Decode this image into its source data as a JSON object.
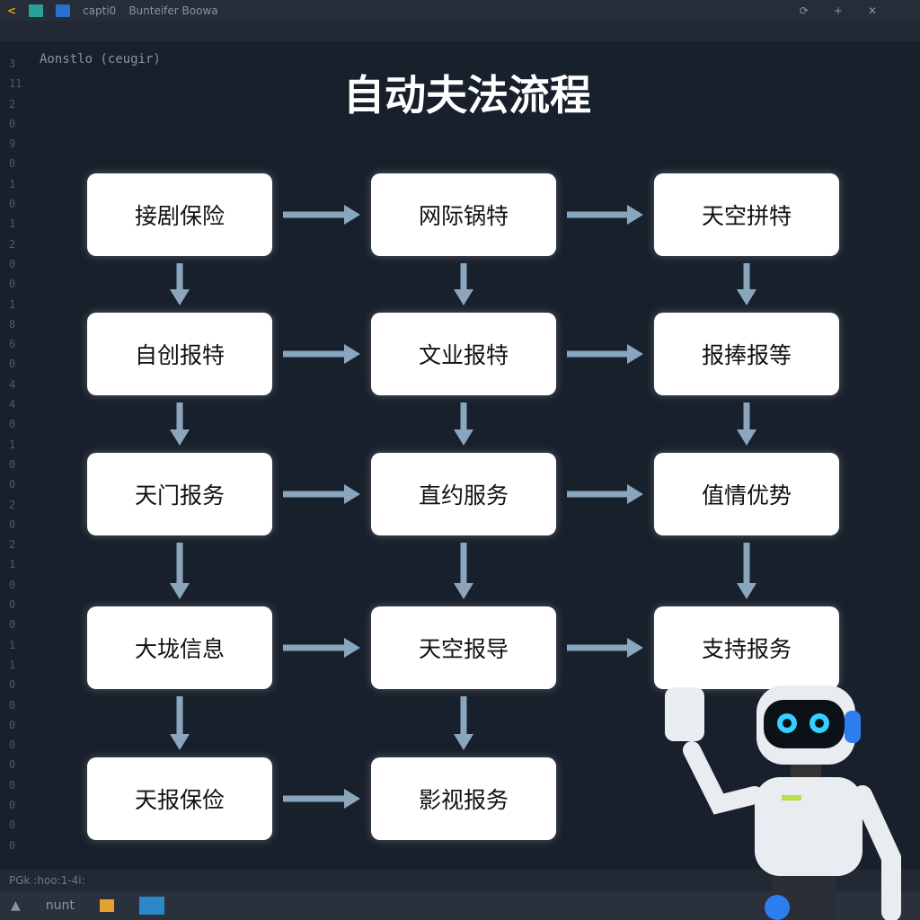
{
  "window": {
    "title": "Bunteifer Boowa",
    "tab": "capti0"
  },
  "editor": {
    "heading": "Aonstlo (ceugir)"
  },
  "diagram": {
    "title": "自动夫法流程",
    "columns": [
      [
        "接剧保险",
        "自创报特",
        "天门报务",
        "大垅信息",
        "天报保俭"
      ],
      [
        "网际锅特",
        "文业报特",
        "直约服务",
        "天空报导",
        "影视报务"
      ],
      [
        "天空拼特",
        "报捧报等",
        "值情优势",
        "支持报务"
      ]
    ]
  },
  "statusbar": {
    "text": "PGk :hoo:1-4i:"
  },
  "bottombar": {
    "item": "nunt"
  },
  "colors": {
    "arrow": "#8aa6bf",
    "background": "#1a212d"
  }
}
